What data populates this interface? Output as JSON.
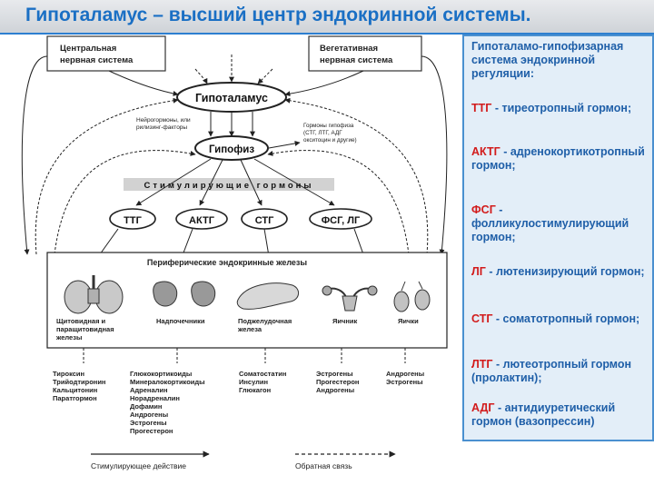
{
  "title": "Гипоталамус – высший центр эндокринной системы.",
  "nodes": {
    "cns": [
      "Центральная",
      "нервная система"
    ],
    "ans": [
      "Вегетативная",
      "нервная система"
    ],
    "hypothalamus": "Гипоталамус",
    "pituitary": "Гипофиз",
    "neurohormones": [
      "Нейрогормоны, или",
      "рилизинг-факторы"
    ],
    "pituitary_hormones": [
      "Гормоны гипофиза",
      "(СТГ, ЛТГ, АДГ",
      "окситоцин и другие)"
    ],
    "stimulating": "Стимулирующие гормоны",
    "hormones": [
      "ТТГ",
      "АКТГ",
      "СТГ",
      "ФСГ, ЛГ"
    ],
    "peripheral_title": "Периферические эндокринные железы",
    "glands": [
      {
        "name": [
          "Щитовидная и",
          "паращитовидная",
          "железы"
        ],
        "products": [
          "Тироксин",
          "Трийодтиронин",
          "Кальцитонин",
          "Паратгормон"
        ]
      },
      {
        "name": [
          "Надпочечники"
        ],
        "products": [
          "Глюкокортикоиды",
          "Минералокортикоиды",
          "Адреналин",
          "Норадреналин",
          "Дофамин",
          "Андрогены",
          "Эстрогены",
          "Прогестерон"
        ]
      },
      {
        "name": [
          "Поджелудочная",
          "железа"
        ],
        "products": [
          "Соматостатин",
          "Инсулин",
          "Глюкагон"
        ]
      },
      {
        "name": [
          "Яичник"
        ],
        "products": [
          "Эстрогены",
          "Прогестерон",
          "Андрогены"
        ]
      },
      {
        "name": [
          "Яички"
        ],
        "products": [
          "Андрогены",
          "Эстрогены"
        ]
      }
    ],
    "legend_stimulating": "Стимулирующее действие",
    "legend_feedback": "Обратная связь"
  },
  "legend": {
    "heading": "Гипоталамо-гипофизарная система эндокринной регуляции:",
    "items": [
      {
        "abbr": "ТТГ",
        "text": "- тиреотропный гормон;"
      },
      {
        "abbr": "АКТГ",
        "text": "- адренокортикотропный гормон;"
      },
      {
        "abbr": "ФСГ",
        "text": "- фолликулостимулирующий гормон;"
      },
      {
        "abbr": "ЛГ",
        "text": "- лютенизирующий гормон;"
      },
      {
        "abbr": "СТГ",
        "text": "- соматотропный гормон;"
      },
      {
        "abbr": "ЛТГ",
        "text": "- лютеотропный гормон (пролактин);"
      },
      {
        "abbr": "АДГ",
        "text": "- антидиуретический гормон (вазопрессин)"
      }
    ]
  },
  "colors": {
    "title": "#1a6fc4",
    "legend_text": "#1f5fa8",
    "legend_bg": "#e3eef8",
    "legend_border": "#4a90d0",
    "abbr": "#d21b1b"
  }
}
